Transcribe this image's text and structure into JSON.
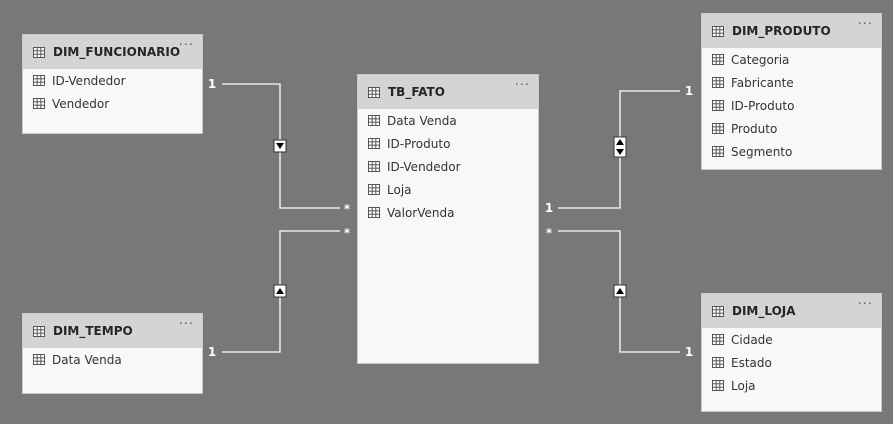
{
  "tables": [
    {
      "id": "dim_funcionario",
      "title": "DIM_FUNCIONARIO",
      "fields": [
        "ID-Vendedor",
        "Vendedor"
      ]
    },
    {
      "id": "dim_tempo",
      "title": "DIM_TEMPO",
      "fields": [
        "Data Venda"
      ]
    },
    {
      "id": "tb_fato",
      "title": "TB_FATO",
      "fields": [
        "Data Venda",
        "ID-Produto",
        "ID-Vendedor",
        "Loja",
        "ValorVenda"
      ]
    },
    {
      "id": "dim_produto",
      "title": "DIM_PRODUTO",
      "fields": [
        "Categoria",
        "Fabricante",
        "ID-Produto",
        "Produto",
        "Segmento"
      ]
    },
    {
      "id": "dim_loja",
      "title": "DIM_LOJA",
      "fields": [
        "Cidade",
        "Estado",
        "Loja"
      ]
    }
  ],
  "more_glyph": "···",
  "relationships": [
    {
      "from": "dim_funcionario",
      "to": "tb_fato",
      "from_card": "1",
      "to_card": "*",
      "filter": "one-way"
    },
    {
      "from": "dim_tempo",
      "to": "tb_fato",
      "from_card": "1",
      "to_card": "*",
      "filter": "one-way"
    },
    {
      "from": "dim_produto",
      "to": "tb_fato",
      "from_card": "1",
      "to_card": "1",
      "filter": "both"
    },
    {
      "from": "dim_loja",
      "to": "tb_fato",
      "from_card": "1",
      "to_card": "*",
      "filter": "one-way"
    }
  ],
  "icons": {
    "table": "table-icon",
    "field": "column-icon"
  },
  "colors": {
    "canvas": "#787878",
    "header": "#d4d4d4",
    "card": "#f8f8f8",
    "line": "#ffffff"
  }
}
